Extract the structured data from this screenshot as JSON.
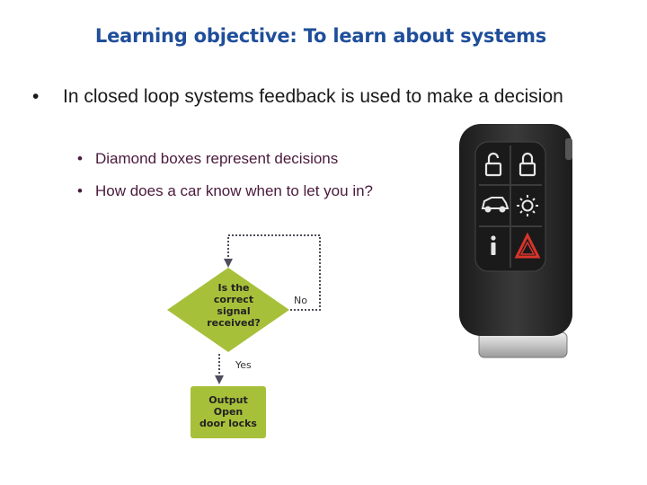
{
  "slide": {
    "title": "Learning objective: To learn about systems",
    "main_bullet": "In closed loop systems feedback is used to make a decision",
    "sub_bullets": [
      "Diamond boxes represent decisions",
      "How does a car know when to let you in?"
    ]
  },
  "flowchart": {
    "decision": [
      "Is the",
      "correct",
      "signal",
      "received?"
    ],
    "no_label": "No",
    "yes_label": "Yes",
    "output": [
      "Output",
      "Open",
      "door locks"
    ]
  },
  "key_fob": {
    "buttons": [
      "lock-icon",
      "unlock-icon",
      "car-trunk-icon",
      "light-icon",
      "info-icon",
      "hazard-icon"
    ],
    "colors": {
      "fob_body": "#2b2b2b",
      "hazard": "#d9342b"
    }
  },
  "colors": {
    "title": "#1f4e9a",
    "sub_bullet_text": "#4a1a3c",
    "flow_green": "#a7c03a",
    "flow_dotted": "#4d4d5c"
  }
}
